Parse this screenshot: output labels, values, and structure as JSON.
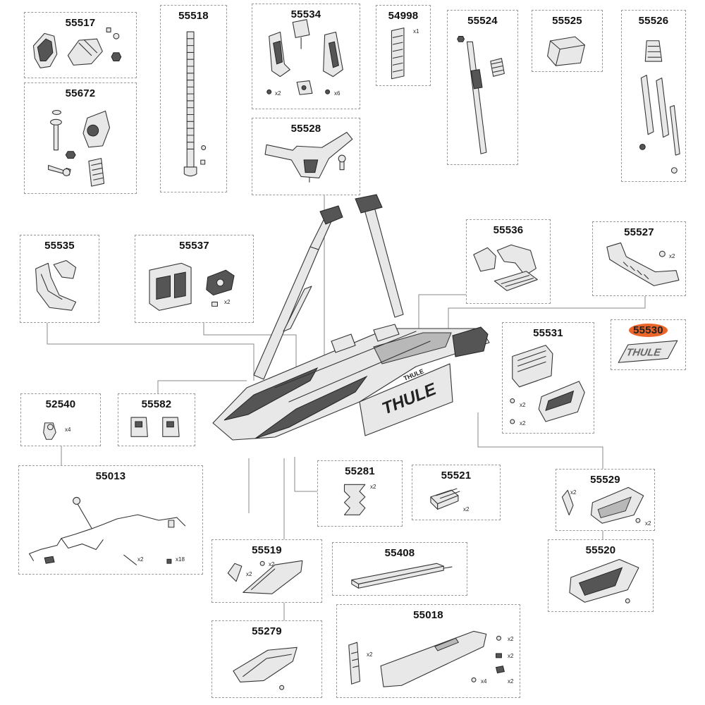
{
  "parts": {
    "p55517": {
      "number": "55517"
    },
    "p55672": {
      "number": "55672"
    },
    "p55518": {
      "number": "55518"
    },
    "p55534": {
      "number": "55534",
      "qty1": "x2",
      "qty2": "x6"
    },
    "p54998": {
      "number": "54998",
      "qty": "x1"
    },
    "p55524": {
      "number": "55524"
    },
    "p55525": {
      "number": "55525"
    },
    "p55526": {
      "number": "55526"
    },
    "p55528": {
      "number": "55528"
    },
    "p55535": {
      "number": "55535"
    },
    "p55537": {
      "number": "55537",
      "qty": "x2"
    },
    "p55536": {
      "number": "55536"
    },
    "p55527": {
      "number": "55527",
      "qty": "x2"
    },
    "p55531": {
      "number": "55531",
      "qty1": "x2",
      "qty2": "x2"
    },
    "p55530": {
      "number": "55530",
      "decal_text": "THULE"
    },
    "p52540": {
      "number": "52540",
      "qty": "x4"
    },
    "p55582": {
      "number": "55582"
    },
    "p55013": {
      "number": "55013",
      "qty1": "x2",
      "qty2": "x18"
    },
    "p55281": {
      "number": "55281",
      "qty": "x2"
    },
    "p55521": {
      "number": "55521",
      "qty": "x2"
    },
    "p55529": {
      "number": "55529",
      "qty1": "x2",
      "qty2": "x2"
    },
    "p55520": {
      "number": "55520"
    },
    "p55519": {
      "number": "55519",
      "qty1": "x2",
      "qty2": "x2"
    },
    "p55408": {
      "number": "55408"
    },
    "p55279": {
      "number": "55279"
    },
    "p55018": {
      "number": "55018",
      "qty1": "x2",
      "qty2": "x2",
      "qty3": "x2",
      "qty4": "x4",
      "qty5": "x2"
    }
  },
  "rack": {
    "logo_top": "THULE",
    "plate_logo": "THULE"
  },
  "highlight_color": "#e9652a"
}
